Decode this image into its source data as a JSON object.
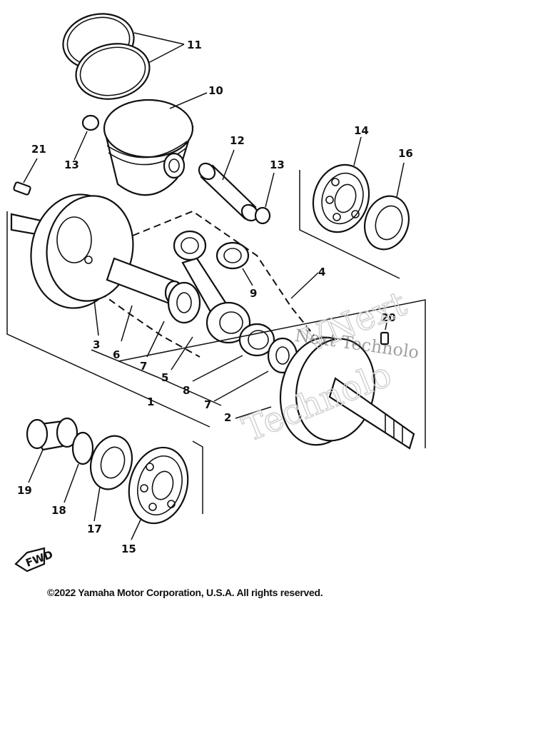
{
  "diagram": {
    "callouts": {
      "p1": "1",
      "p2": "2",
      "p3": "3",
      "p4": "4",
      "p5": "5",
      "p6": "6",
      "p7a": "7",
      "p7b": "7",
      "p8": "8",
      "p9": "9",
      "p10": "10",
      "p11": "11",
      "p12": "12",
      "p13a": "13",
      "p13b": "13",
      "p14": "14",
      "p15": "15",
      "p16": "16",
      "p17": "17",
      "p18": "18",
      "p19": "19",
      "p20": "20",
      "p21": "21"
    },
    "fwd_label": "FWD"
  },
  "watermark": {
    "line1": "VNext",
    "line2": "Technolo",
    "line3": "Next Technolo"
  },
  "footer": {
    "copyright": "©2022 Yamaha Motor Corporation, U.S.A. All rights reserved."
  }
}
